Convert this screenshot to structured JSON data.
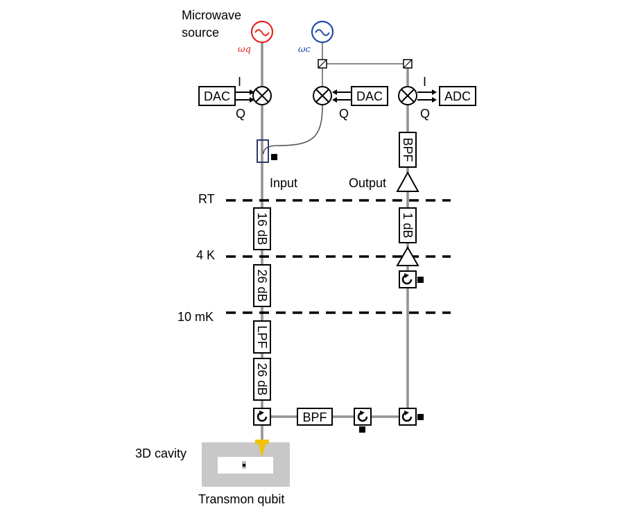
{
  "labels": {
    "microwave_source_line1": "Microwave",
    "microwave_source_line2": "source",
    "omega_q": "ωq",
    "omega_c": "ωc",
    "input": "Input",
    "output": "Output",
    "rt": "RT",
    "four_k": "4 K",
    "ten_mk": "10 mK",
    "cavity": "3D cavity",
    "qubit": "Transmon qubit",
    "i_left": "I",
    "q_left": "Q",
    "q_mid": "Q",
    "i_right": "I",
    "q_right": "Q"
  },
  "components": {
    "dac_left": "DAC",
    "dac_mid": "DAC",
    "adc": "ADC",
    "bpf_output": "BPF",
    "att_16": "16 dB",
    "att_26a": "26 dB",
    "lpf": "LPF",
    "att_26b": "26 dB",
    "att_1": "1 dB",
    "bpf_bottom": "BPF"
  },
  "colors": {
    "omega_q": "#e8251f",
    "omega_c": "#1f4aa8",
    "coupler": "#2b3a6b",
    "cavity": "#c8c8c8",
    "pin": "#f2c200"
  }
}
